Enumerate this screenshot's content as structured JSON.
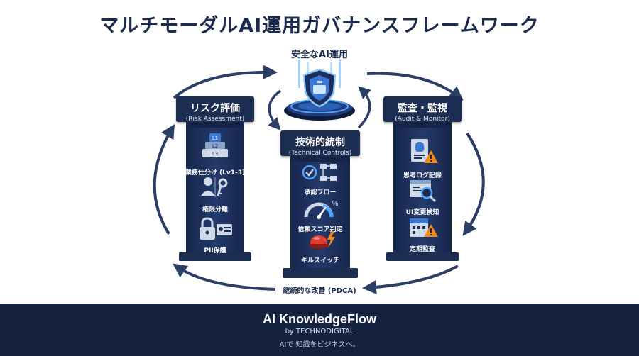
{
  "title": "マルチモーダルAI運用ガバナンスフレームワーク",
  "top_label": "安全なAI運用",
  "pillars": [
    {
      "title": "リスク評価",
      "subtitle": "(Risk Assessment)",
      "items": [
        {
          "label": "業務仕分け (Lv1-3)",
          "icon": "layer-stack-icon",
          "badges": [
            "L1",
            "L2",
            "L3"
          ]
        },
        {
          "label": "権限分離",
          "icon": "user-key-icon"
        },
        {
          "label": "PII保護",
          "icon": "lock-id-card-icon"
        }
      ]
    },
    {
      "title": "技術的統制",
      "subtitle": "(Technical Controls)",
      "items": [
        {
          "label": "承認フロー",
          "icon": "check-flow-icon"
        },
        {
          "label": "信頼スコア判定",
          "icon": "gauge-icon",
          "badges": [
            "%"
          ]
        },
        {
          "label": "キルスイッチ",
          "icon": "kill-switch-icon"
        }
      ]
    },
    {
      "title": "監査・監視",
      "subtitle": "(Audit & Monitor)",
      "items": [
        {
          "label": "思考ログ記録",
          "icon": "brain-log-warning-icon"
        },
        {
          "label": "UI変更検知",
          "icon": "ui-magnifier-icon"
        },
        {
          "label": "定期監査",
          "icon": "calendar-warning-icon"
        }
      ]
    }
  ],
  "cycle_label": "継続的な改善 (PDCA)",
  "footer": {
    "brand": "AI KnowledgeFlow",
    "by": "by TECHNODIGITAL",
    "tagline": "AIで 知識をビジネスへ。"
  },
  "colors": {
    "navy": "#1c2d52",
    "footer": "#14213f",
    "arrow": "#2b3f66",
    "accent_blue": "#4fa3ff",
    "warning_orange": "#f08a24",
    "kill_red": "#e23b2e"
  }
}
